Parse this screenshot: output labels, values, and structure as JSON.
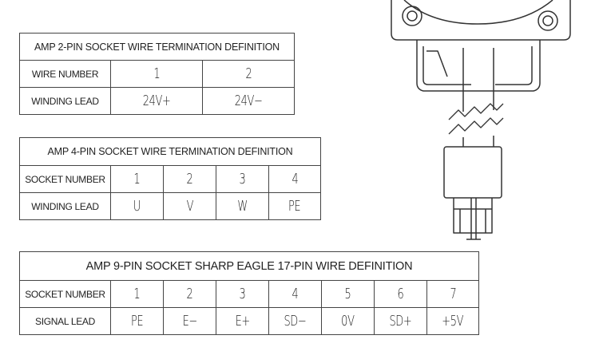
{
  "table_2pin": {
    "title": "AMP 2-PIN SOCKET WIRE TERMINATION DEFINITION",
    "row1_label": "WIRE NUMBER",
    "row1_values": [
      "1",
      "2"
    ],
    "row2_label": "WINDING LEAD",
    "row2_values": [
      "24V+",
      "24V−"
    ]
  },
  "table_4pin": {
    "title": "AMP 4-PIN SOCKET WIRE TERMINATION DEFINITION",
    "row1_label": "SOCKET NUMBER",
    "row1_values": [
      "1",
      "2",
      "3",
      "4"
    ],
    "row2_label": "WINDING LEAD",
    "row2_values": [
      "U",
      "V",
      "W",
      "PE"
    ]
  },
  "table_9pin": {
    "title": "AMP 9-PIN SOCKET SHARP EAGLE 17-PIN WIRE DEFINITION",
    "row1_label": "SOCKET NUMBER",
    "row1_values": [
      "1",
      "2",
      "3",
      "4",
      "5",
      "6",
      "7"
    ],
    "row2_label": "SIGNAL LEAD",
    "row2_values": [
      "PE",
      "E−",
      "E+",
      "SD−",
      "0V",
      "SD+",
      "+5V"
    ]
  },
  "colors": {
    "line": "#333333",
    "background": "#ffffff"
  }
}
